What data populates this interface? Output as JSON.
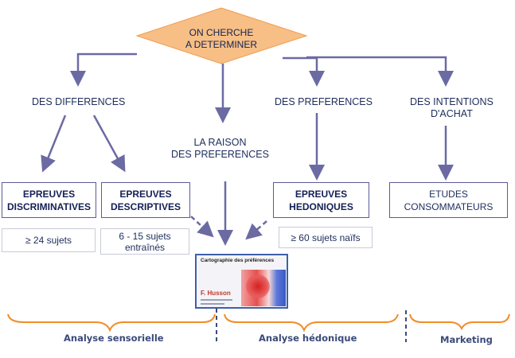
{
  "center": {
    "line1": "ON CHERCHE",
    "line2": "A DETERMINER"
  },
  "branches": {
    "differences": "DES DIFFERENCES",
    "raison": {
      "line1": "LA RAISON",
      "line2": "DES PREFERENCES"
    },
    "preferences": "DES PREFERENCES",
    "intentions": {
      "line1": "DES INTENTIONS",
      "line2": "D'ACHAT"
    }
  },
  "boxes": {
    "discriminatives": {
      "line1": "EPREUVES",
      "line2": "DISCRIMINATIVES"
    },
    "descriptives": {
      "line1": "EPREUVES",
      "line2": "DESCRIPTIVES"
    },
    "hedoniques": {
      "line1": "EPREUVES",
      "line2": "HEDONIQUES"
    },
    "etudes": {
      "line1": "ETUDES",
      "line2": "CONSOMMATEURS"
    }
  },
  "subjects": {
    "discriminatives": "≥ 24 sujets",
    "descriptives": {
      "line1": "6 - 15 sujets",
      "line2": "entraînés"
    },
    "hedoniques": "≥ 60 sujets naïfs"
  },
  "thumbnail": {
    "title": "Cartographie des préférences",
    "author": "F. Husson"
  },
  "bottom": {
    "sensorielle": "Analyse sensorielle",
    "hedonique": "Analyse hédonique",
    "marketing": "Marketing"
  },
  "colors": {
    "diamond": "#f7bf86",
    "diamond_border": "#f29b4d",
    "arrow": "#6c6aa3",
    "brace": "#f28c28",
    "box_border": "#5b5a98"
  }
}
